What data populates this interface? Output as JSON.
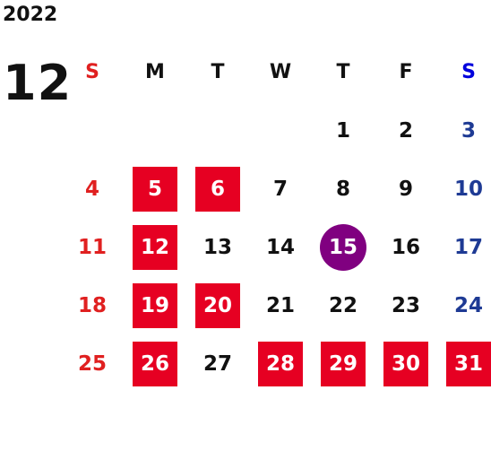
{
  "year": "2022",
  "month": "12",
  "weekdays": [
    "S",
    "M",
    "T",
    "W",
    "T",
    "F",
    "S"
  ],
  "weeks": [
    [
      "",
      "",
      "",
      "",
      "1",
      "2",
      "3"
    ],
    [
      "4",
      "5",
      "6",
      "7",
      "8",
      "9",
      "10"
    ],
    [
      "11",
      "12",
      "13",
      "14",
      "15",
      "16",
      "17"
    ],
    [
      "18",
      "19",
      "20",
      "21",
      "22",
      "23",
      "24"
    ],
    [
      "25",
      "26",
      "27",
      "28",
      "29",
      "30",
      "31"
    ]
  ],
  "highlighted_days": [
    "5",
    "6",
    "12",
    "19",
    "20",
    "26",
    "28",
    "29",
    "30",
    "31"
  ],
  "today": "15",
  "colors": {
    "sunday": "#e02020",
    "saturday": "#1e3a94",
    "saturday_header": "#0000dd",
    "highlight": "#e60022",
    "today": "#800080",
    "text": "#111111"
  }
}
